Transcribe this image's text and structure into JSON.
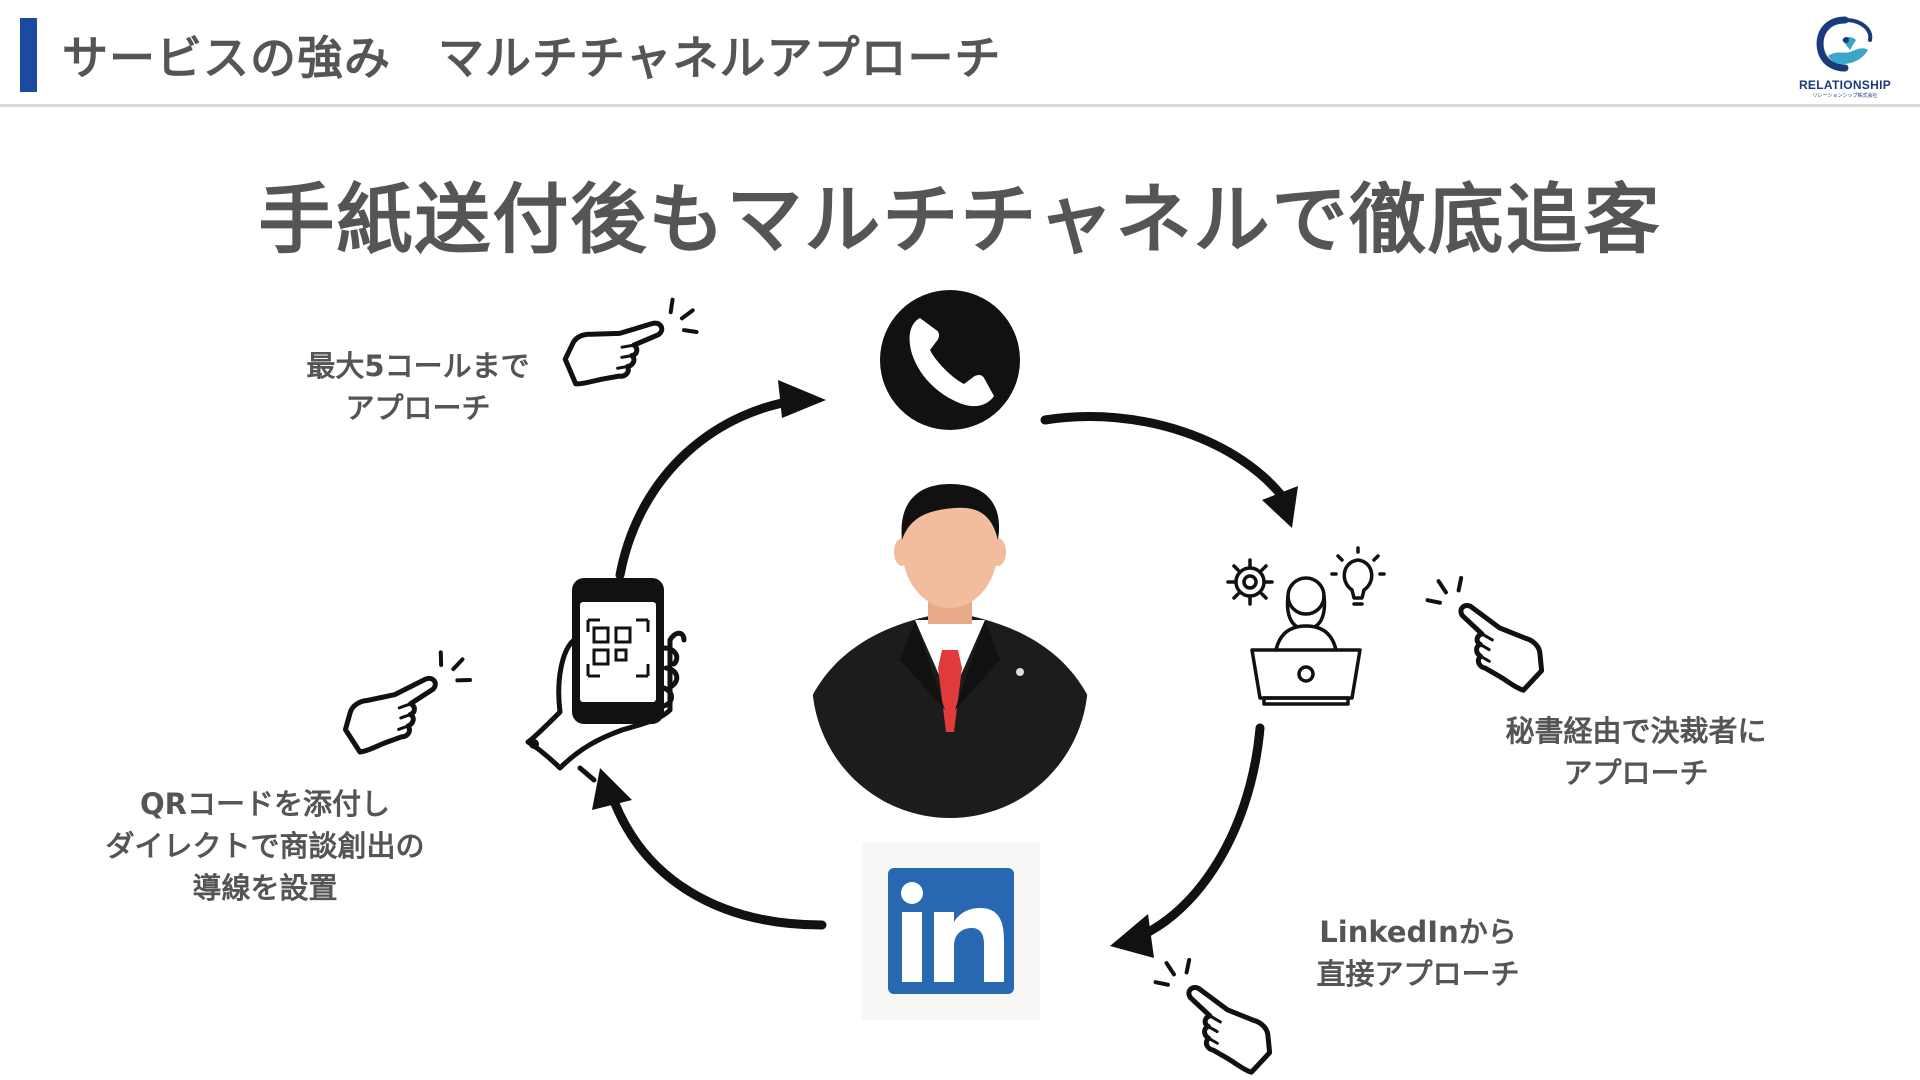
{
  "header": {
    "title": "サービスの強み　マルチチャネルアプローチ",
    "accent_color": "#1b4aa3",
    "logo": {
      "text": "RELATIONSHIP",
      "subtext": "リレーションシップ株式会社"
    }
  },
  "main": {
    "title": "手紙送付後もマルチチャネルで徹底追客"
  },
  "labels": {
    "call": {
      "line1": "最大5コールまで",
      "line2": "アプローチ"
    },
    "secretary": {
      "line1": "秘書経由で決裁者に",
      "line2": "アプローチ"
    },
    "linkedin": {
      "line1": "LinkedInから",
      "line2": "直接アプローチ"
    },
    "qr": {
      "line1": "QRコードを添付し",
      "line2": "ダイレクトで商談創出の",
      "line3": "導線を設置"
    }
  },
  "icons": {
    "center": "businessman-icon",
    "top": "phone-icon",
    "right": "secretary-laptop-icon",
    "bottom": "linkedin-icon",
    "left": "qr-phone-hand-icon",
    "pointer": "pointing-hand-icon"
  },
  "colors": {
    "text": "#555555",
    "icon": "#111111",
    "linkedin": "#2867b2",
    "tie": "#e03a3a",
    "skin": "#f2bd9c"
  }
}
